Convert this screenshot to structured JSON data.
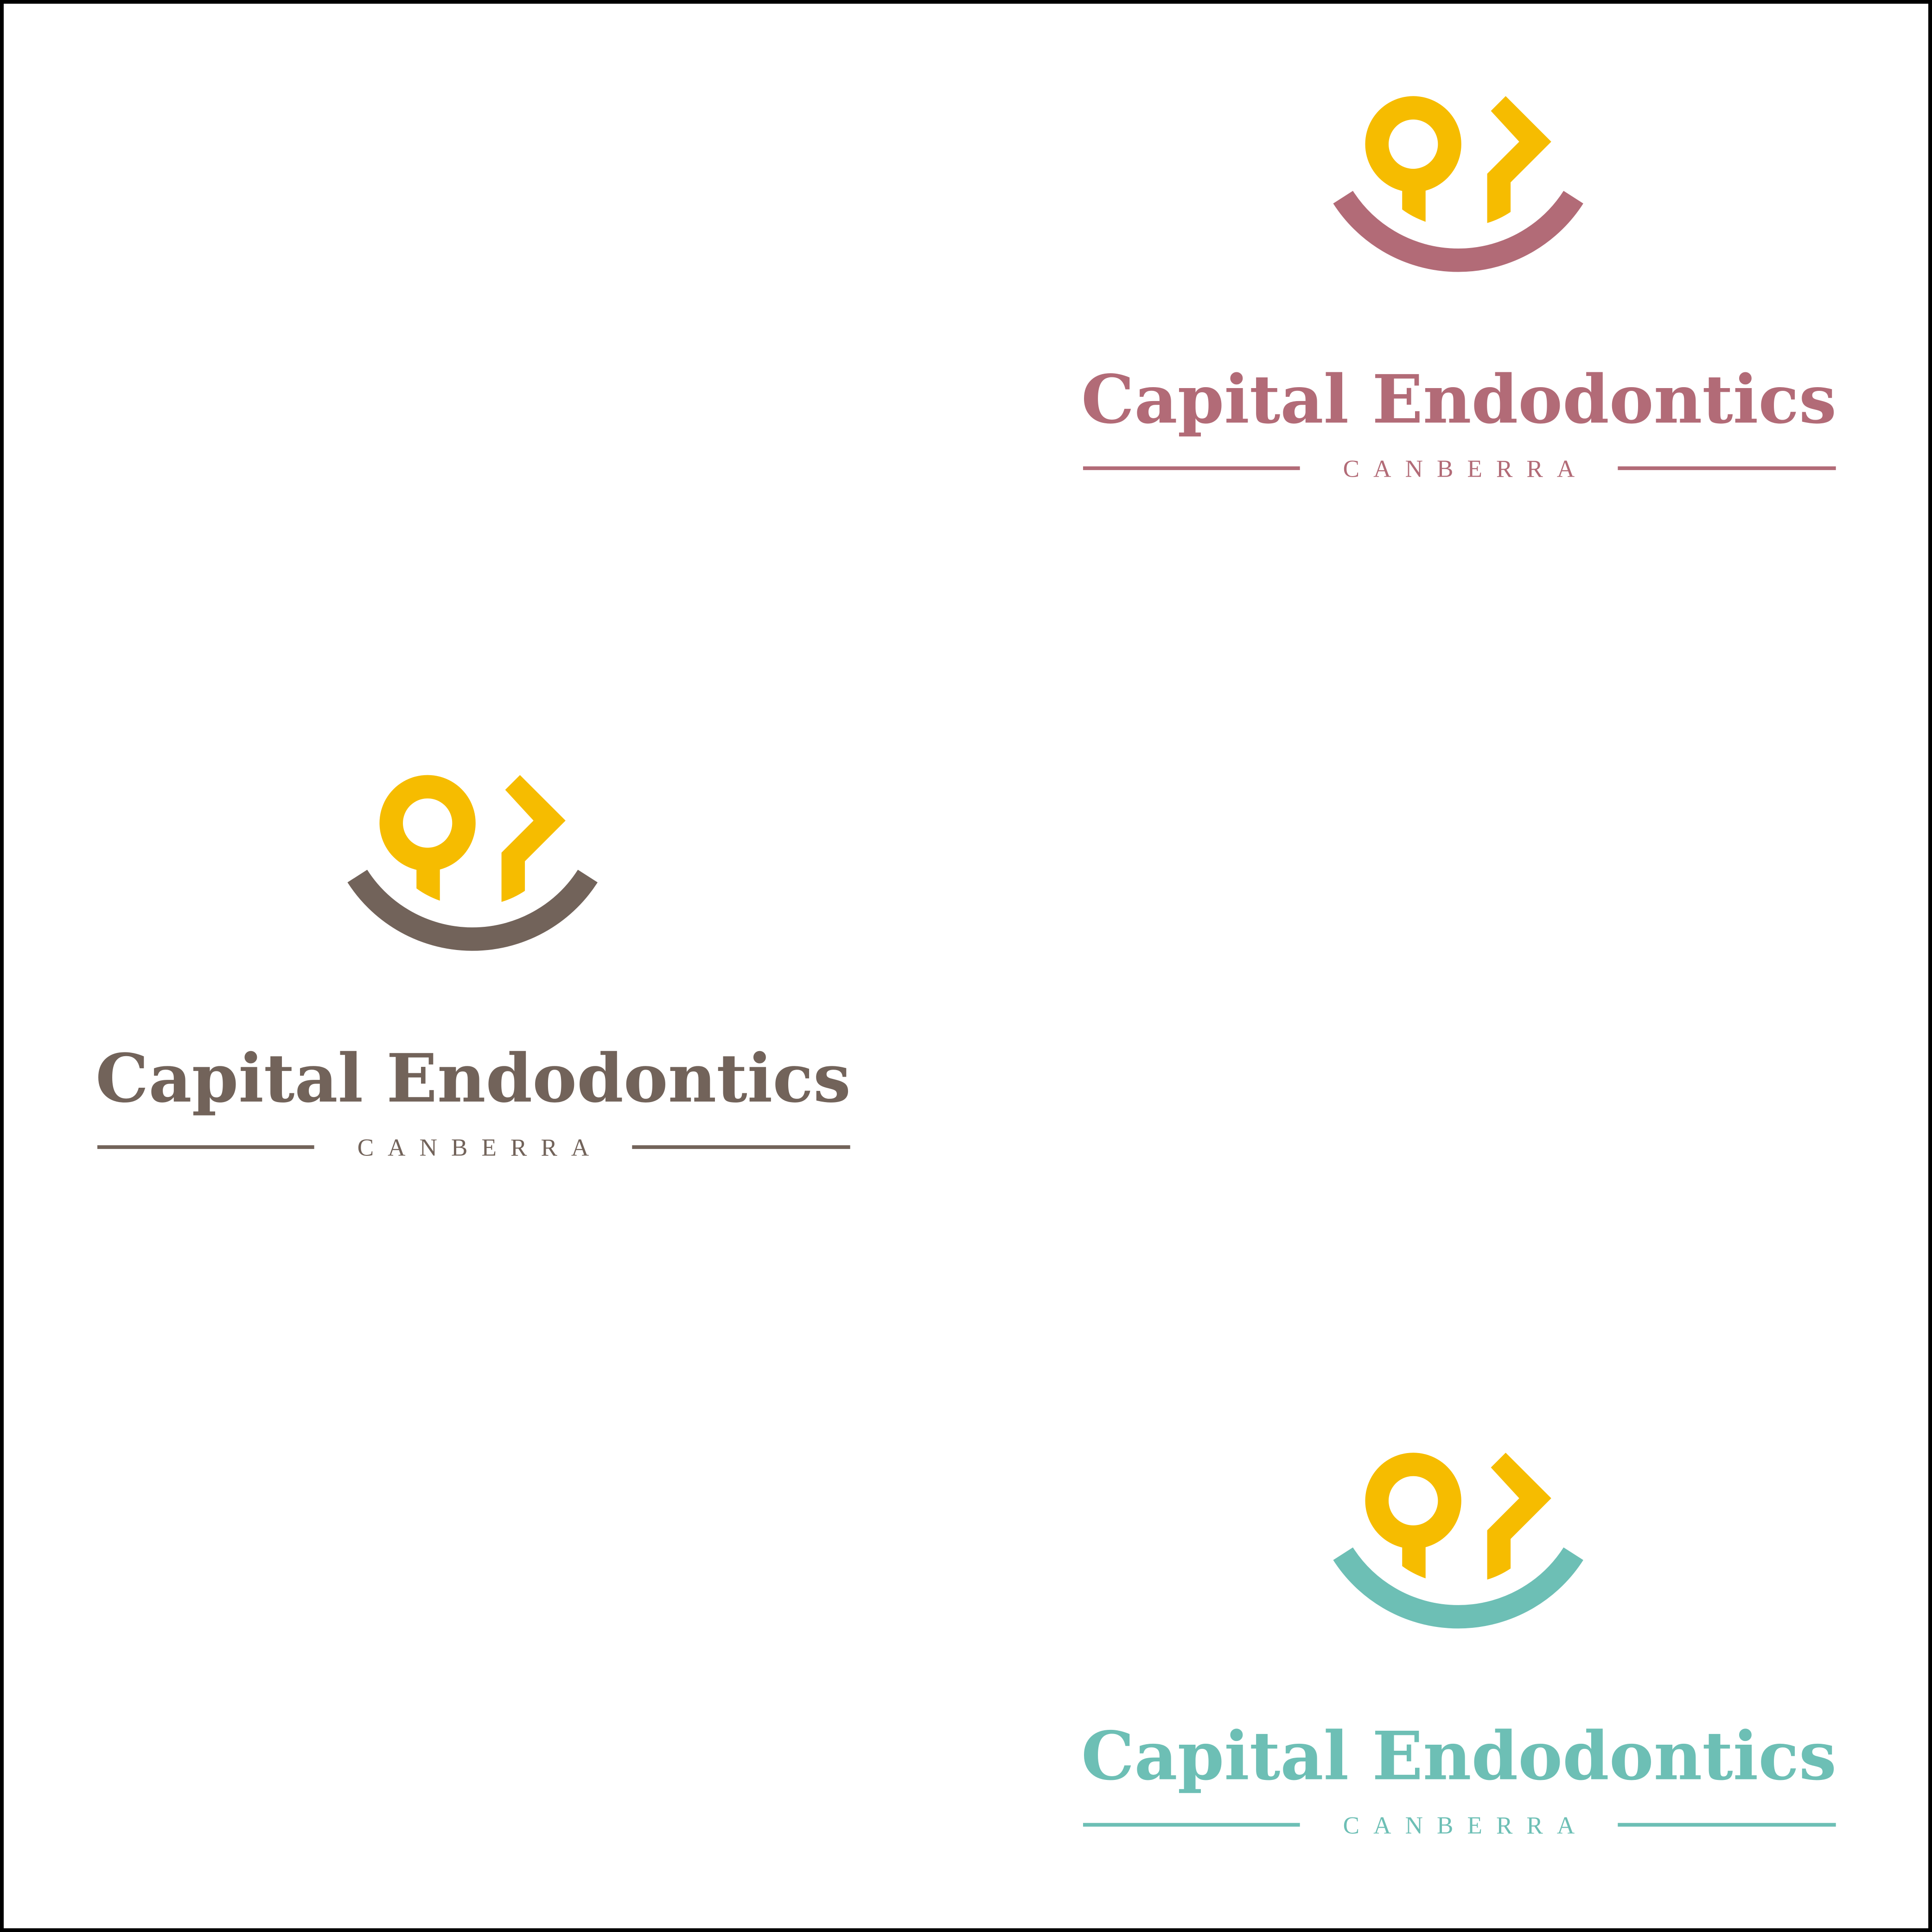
{
  "logos": [
    {
      "name": "Capital Endodontics",
      "location": "CANBERRA",
      "color": "#B26B77"
    },
    {
      "name": "Capital Endodontics",
      "location": "CANBERRA",
      "color": "#72635A"
    },
    {
      "name": "Capital Endodontics",
      "location": "CANBERRA",
      "color": "#6DBFB5"
    }
  ],
  "colors": {
    "icon_yellow": "#F6BC00",
    "background": "#FFFFFF",
    "border": "#000000"
  }
}
